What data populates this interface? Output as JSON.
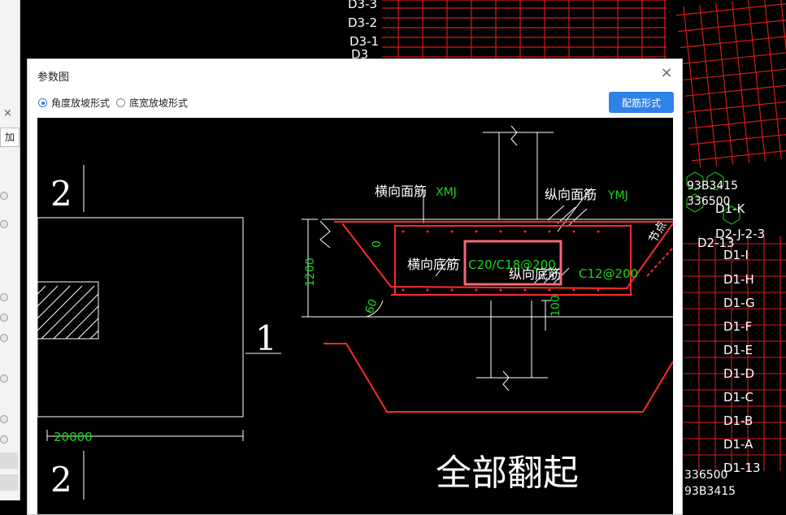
{
  "dialog": {
    "title": "参数图",
    "close_icon": "close-icon",
    "radio_options": [
      {
        "label": "角度放坡形式",
        "selected": true
      },
      {
        "label": "底宽放坡形式",
        "selected": false
      }
    ],
    "primary_button": "配筋形式"
  },
  "left_panel": {
    "close_glyph": "×",
    "add_tab": "加"
  },
  "diagram": {
    "section_marks": [
      "2",
      "1",
      "2"
    ],
    "dim_bottom": "20000",
    "top_bar_label": "横向面筋",
    "top_bar_code": "XMJ",
    "long_top_label": "纵向面筋",
    "long_top_code": "YMJ",
    "bottom_bar_label": "横向底筋",
    "bottom_bar_value": "C20/C18@200",
    "long_bottom_label": "纵向底筋",
    "long_bottom_value": "C12@200",
    "dim_height": "1200",
    "dim_zero": "0",
    "angle": "60",
    "dim_100": "100",
    "side_text": "节点",
    "caption": "全部翻起"
  },
  "background_labels": {
    "top_left": [
      "D3-3",
      "D3-2",
      "D3-1",
      "D3"
    ],
    "right_grid": [
      "D1-K",
      "D1-I",
      "D1-H",
      "D1-G",
      "D1-F",
      "D1-E",
      "D1-D",
      "D1-C",
      "D1-B",
      "D1-A",
      "D1-13",
      "D2-J-2-3",
      "D2-13"
    ],
    "numbers_top": "93B3415",
    "numbers_mid": "336500",
    "numbers_bot": "93B3415"
  },
  "colors": {
    "accent": "#2f82e8",
    "cad_red": "#ff2a2a",
    "cad_green": "#19d619",
    "highlight": "#f06a75"
  }
}
